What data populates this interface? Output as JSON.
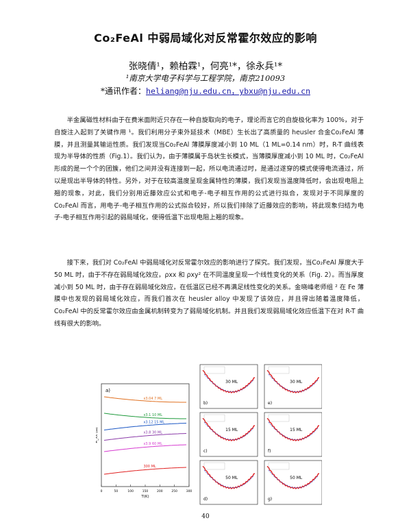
{
  "title": "Co₂FeAl 中弱局域化对反常霍尔效应的影响",
  "authors": "张晓倩¹，赖柏霖¹，何亮¹*，徐永兵¹*",
  "affiliation": "¹南京大学电子科学与工程学院，南京210093",
  "contact_label": "*通讯作者：",
  "contact_emails": "heliang@nju.edu.cn，ybxu@nju.edu.cn",
  "paragraph1": "半金属磁性材料由于在费米面附近只存在一种自旋取向的电子，理论而言它的自旋极化率为 100%，对于自旋注入起到了关键作用 ¹。我们利用分子束外延技术（MBE）生长出了高质量的 heusler 合金Co₂FeAl 薄膜，并且测量其输运性质。我们发现当Co₂FeAl 薄膜厚度减小到 10 ML（1 ML=0.14 nm）时，R-T 曲线表现为半导体的性质（Fig.1）。我们认为，由于薄膜属于岛状生长模式，当薄膜厚度减小到 10 ML 时，Co₂FeAl 形成的是一个个的团簇，他们之间并没有连接到一起，所以电流通过时，是通过遂穿的模式使得电流通过，所以是现出半导体的特性。另外，对于在较高温度呈现金属特性的薄膜，我们发现当温度降低时，会出现电阻上翘的现象，对此，我们分别用近藤效应公式和电子-电子相互作用的公式进行拟合，发现对于不同厚度的 Co₂FeAl 而言，用电子-电子相互作用的公式拟合较好，所以我们排除了近藤效应的影响，将此现象归结为电子-电子相互作用引起的弱局域化，使得低温下出现电阻上翘的现象。",
  "paragraph2": "接下来，我们对 Co₂FeAl 中弱局域化对反常霍尔效应的影响进行了探究。我们发现，当Co₂FeAl 厚度大于 50 ML 时，由于不存在弱局域化效应，ρxx 和 ρxy² 在不同温度呈现一个线性变化的关系（Fig. 2）。而当厚度减小到 50 ML 时，由于存在弱局域化效应，在低温区已经不再满足线性变化的关系。金晓峰老师组 ² 在 Fe 薄膜中也发现的弱局域化效应，而我们首次在 heusler alloy 中发现了该效应，并且得出随着温度降低，Co₂FeAl 中的反常霍尔效应由金属机制转变为了弱局域化机制。并且我们发现弱局域化效应低温下在对 R-T 曲线有很大的影响。",
  "figure": {
    "panel_a": {
      "label": "a)",
      "ylabel": "R_xx (Ω)",
      "xlabel": "T(K)",
      "x_ticks": [
        "0",
        "50",
        "100",
        "150",
        "200",
        "250",
        "300"
      ],
      "curves": [
        {
          "label": "x3.04  7 ML",
          "color": "#e07020",
          "y": 0.82,
          "trend": "down"
        },
        {
          "label": "x3.1   10 ML",
          "color": "#1f9a3c",
          "y": 0.66,
          "trend": "down"
        },
        {
          "label": "x3.12  15 ML",
          "color": "#1a56c4",
          "y": 0.59,
          "trend": "up"
        },
        {
          "label": "x3.8   30 ML",
          "color": "#8a3aa8",
          "y": 0.49,
          "trend": "up"
        },
        {
          "label": "x3.9   60 ML",
          "color": "#d63ad0",
          "y": 0.38,
          "trend": "up"
        },
        {
          "label": "300 ML",
          "color": "#e02020",
          "y": 0.16,
          "trend": "up"
        }
      ]
    },
    "panels": [
      {
        "label": "b)",
        "thickness": "30 ML"
      },
      {
        "label": "e)",
        "thickness": "30 ML"
      },
      {
        "label": "c)",
        "thickness": "15 ML"
      },
      {
        "label": "f)",
        "thickness": "15 ML"
      },
      {
        "label": "d)",
        "thickness": "50 ML"
      },
      {
        "label": "g)",
        "thickness": "50 ML"
      }
    ]
  },
  "page_number": "40"
}
